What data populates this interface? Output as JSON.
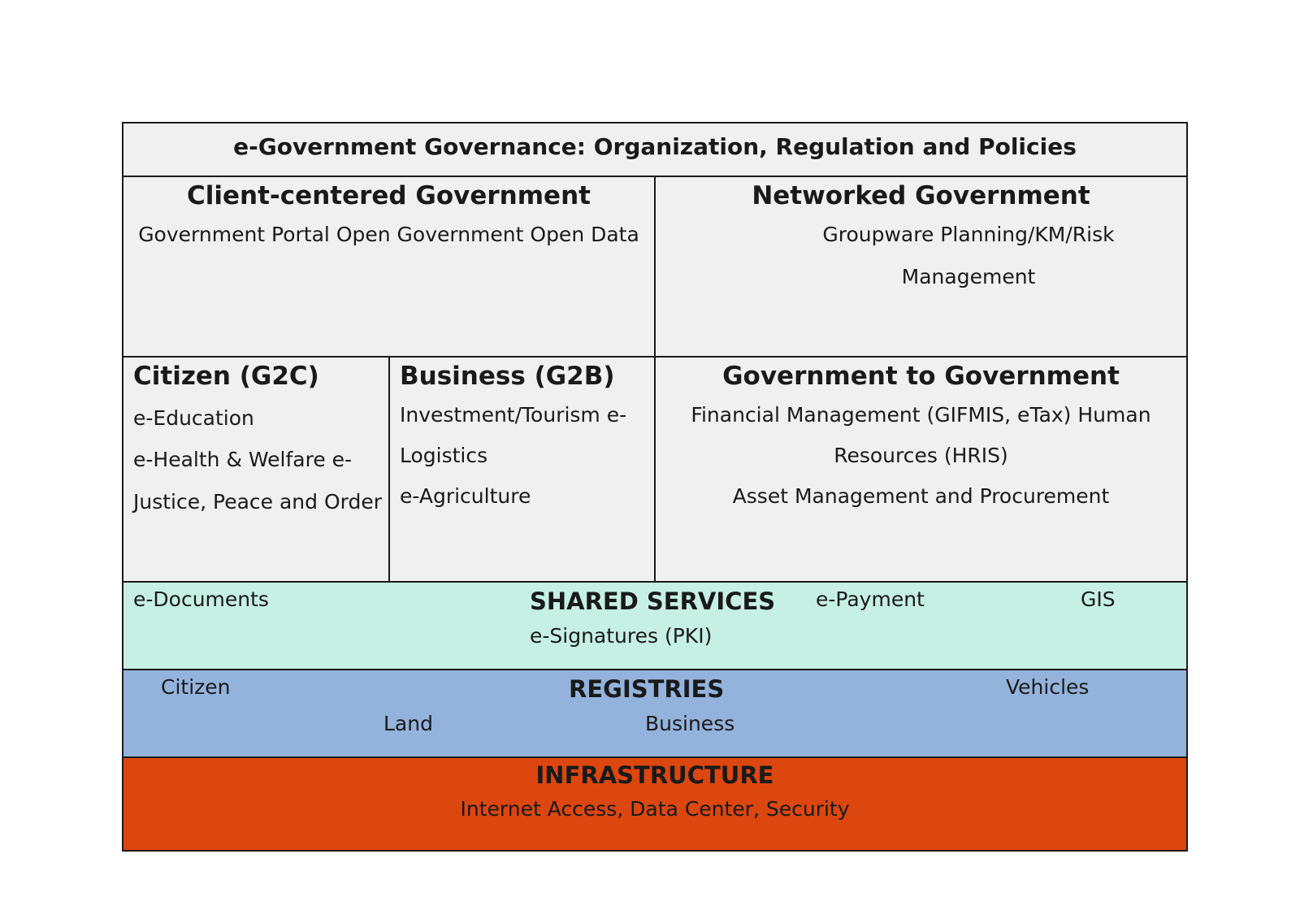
{
  "governance": {
    "title": "e-Government Governance:  Organization, Regulation and Policies"
  },
  "client_centered": {
    "heading": "Client-centered Government",
    "line1": "Government Portal Open Government Open Data"
  },
  "networked": {
    "heading": "Networked Government",
    "line1": "Groupware Planning/KM/Risk",
    "line2": "Management"
  },
  "citizen_g2c": {
    "heading": "Citizen (G2C)",
    "lines": [
      "e-Education",
      "e-Health & Welfare e-",
      "Justice, Peace and Order"
    ]
  },
  "business_g2b": {
    "heading": "Business (G2B)",
    "lines": [
      "Investment/Tourism e-",
      "Logistics",
      "e-Agriculture"
    ]
  },
  "g2g": {
    "heading": "Government to Government",
    "lines": [
      "Financial Management (GIFMIS, eTax) Human",
      "Resources (HRIS)",
      "Asset Management and Procurement"
    ]
  },
  "shared_services": {
    "heading": "SHARED SERVICES",
    "items": [
      "e-Documents",
      "e-Payment",
      "GIS",
      "e-Signatures (PKI)"
    ]
  },
  "registries": {
    "heading": "REGISTRIES",
    "items": [
      "Citizen",
      "Vehicles",
      "Land",
      "Business"
    ]
  },
  "infrastructure": {
    "heading": "INFRASTRUCTURE",
    "subtitle": "Internet Access, Data Center, Security"
  },
  "colors": {
    "panel": "#f0f0f0",
    "shared_services": "#c5f0e3",
    "registries": "#93b3dc",
    "infrastructure": "#dc460f",
    "border": "#1a1a1a"
  }
}
